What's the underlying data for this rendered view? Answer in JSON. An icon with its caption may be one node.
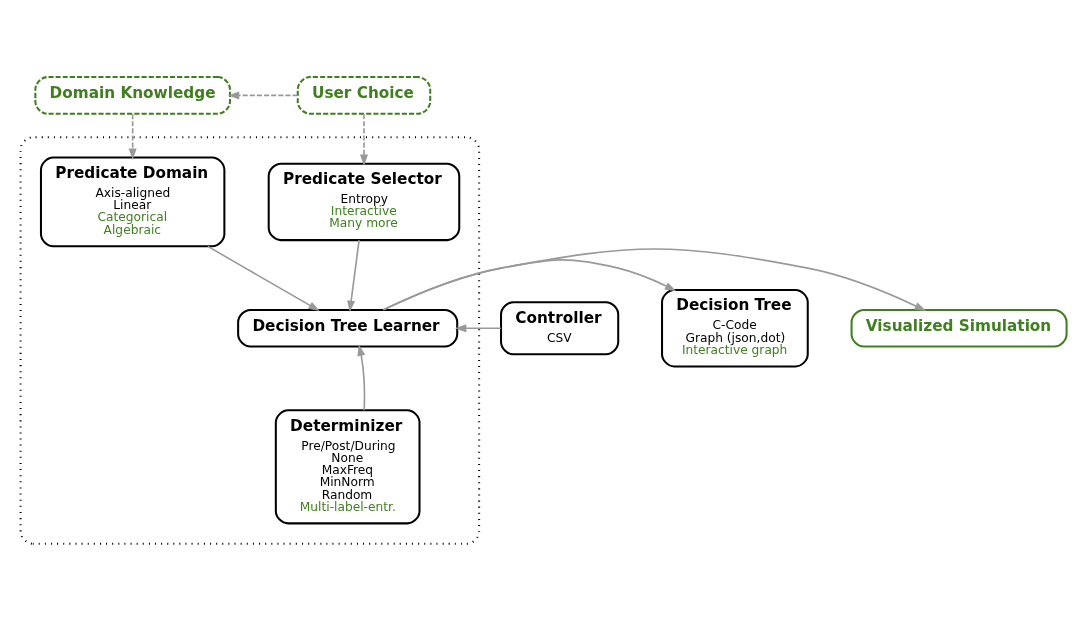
{
  "diagram": {
    "nodes": [
      {
        "text": [
          "Domain Knowledge"
        ]
      },
      {
        "text": [
          "User Choice"
        ]
      },
      {
        "text": [],
        "shape": "box"
      },
      {
        "text": [
          "Predicate Domain",
          "Axis-aligned",
          "Linear",
          "Categorical",
          "Algebraic"
        ],
        "in": 2
      },
      {
        "text": [
          "Predicate Selector",
          "Entropy",
          "Interactive",
          "Many more"
        ],
        "in": 2
      },
      {
        "text": [
          "Controller",
          "CSV"
        ]
      },
      {
        "text": [
          "Decision Tree Learner"
        ],
        "in": 2
      },
      {
        "text": [
          "Decision Tree",
          "C-Code",
          "Graph (json,dot)",
          "Interactive graph"
        ]
      },
      {
        "text": [
          "Visualized Simulation"
        ]
      },
      {
        "text": [
          "Determinizer",
          "Pre/Post/During",
          "None",
          "MaxFreq",
          "MinNorm",
          "Random",
          "Multi-label-entr."
        ],
        "in": 2
      }
    ],
    "edges": [
      {
        "from": 1,
        "to": 0,
        "arrow": "to",
        "style": "dashed"
      },
      {
        "from": 0,
        "to": 3,
        "arrow": "to",
        "style": "dashed"
      },
      {
        "from": 1,
        "to": 4,
        "arrow": "to",
        "style": "dashed"
      },
      {
        "from": 3,
        "to": 6,
        "arrow": "to"
      },
      {
        "from": 4,
        "to": 6,
        "arrow": "to"
      },
      {
        "from": 5,
        "to": 6,
        "arrow": "to"
      },
      {
        "from": 6,
        "to": 7,
        "arrow": "to"
      },
      {
        "from": 6,
        "to": 8,
        "arrow": "to"
      },
      {
        "from": 9,
        "to": 6,
        "arrow": "to"
      }
    ]
  }
}
